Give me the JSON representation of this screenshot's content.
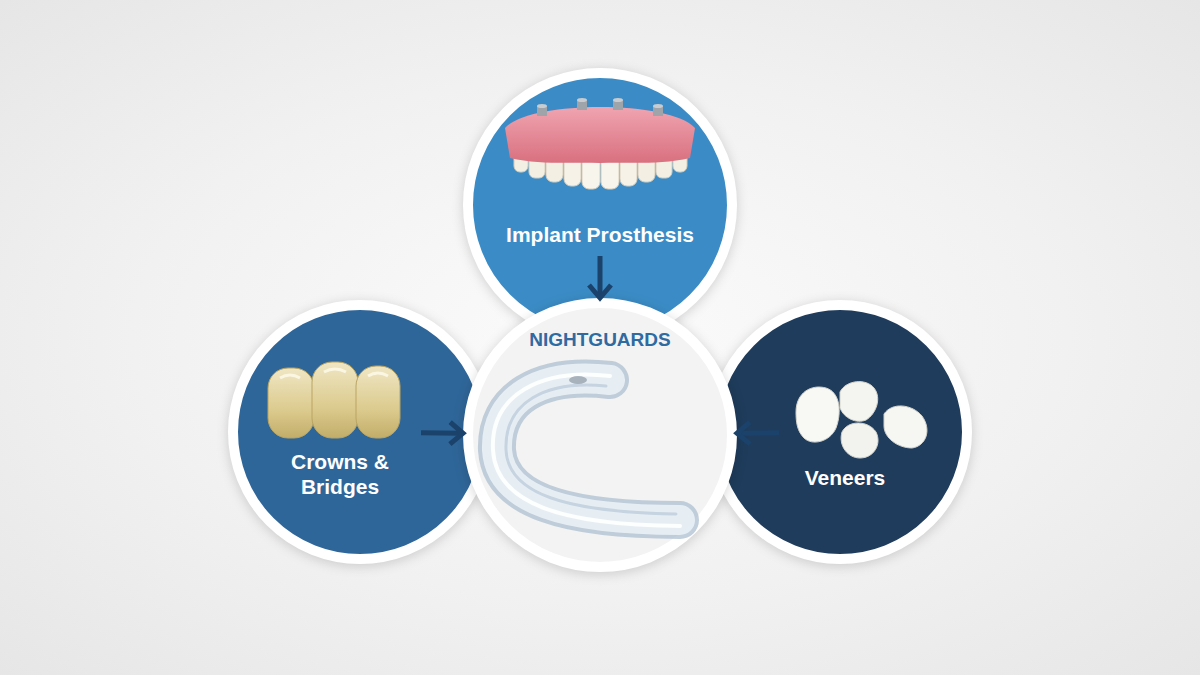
{
  "diagram": {
    "nodes": [
      {
        "text": [
          "Implant Prosthesis"
        ]
      },
      {
        "text": [
          "Crowns & Bridges"
        ]
      },
      {
        "text": [
          "NIGHTGUARDS"
        ]
      },
      {
        "text": [
          "Veneers"
        ]
      }
    ],
    "edges": [
      {
        "from": 0,
        "to": 2,
        "arrow": "to"
      },
      {
        "from": 1,
        "to": 2,
        "arrow": "to"
      },
      {
        "from": 3,
        "to": 2,
        "arrow": "to"
      }
    ]
  }
}
